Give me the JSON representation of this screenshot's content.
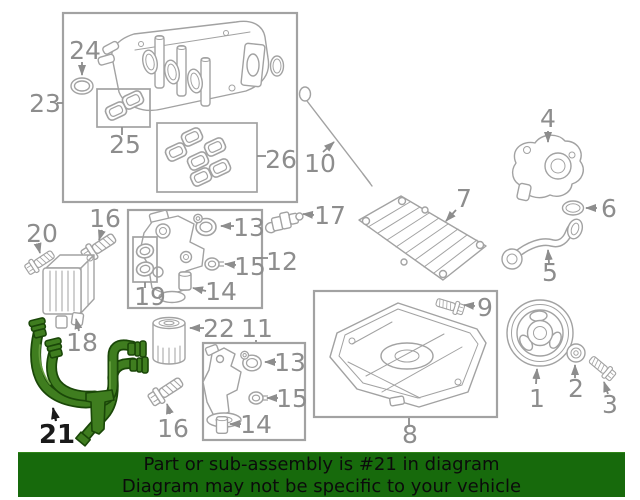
{
  "banner": {
    "line1": "Part or sub-assembly is #21 in diagram",
    "line2": "Diagram may not be specific to your vehicle"
  },
  "highlighted_part": "21",
  "colors": {
    "background": "#ffffff",
    "banner_bg": "#176a0c",
    "banner_text": "#0b0b0b",
    "line": "#a2a2a2",
    "label": "#8d8d8d",
    "label_dark": "#1a1a1a",
    "hl_fill": "#3f7d1f",
    "hl_stroke": "#1a4708",
    "hl_light": "#6fa744"
  },
  "callouts": {
    "c1": "1",
    "c2": "2",
    "c3": "3",
    "c4": "4",
    "c5": "5",
    "c6": "6",
    "c7": "7",
    "c8": "8",
    "c9": "9",
    "c10": "10",
    "c11": "11",
    "c12": "12",
    "c13a": "13",
    "c13b": "13",
    "c14a": "14",
    "c14b": "14",
    "c15a": "15",
    "c15b": "15",
    "c16a": "16",
    "c16b": "16",
    "c17": "17",
    "c18": "18",
    "c19": "19",
    "c20": "20",
    "c21": "21",
    "c22": "22",
    "c23": "23",
    "c24": "24",
    "c25": "25",
    "c26": "26"
  }
}
